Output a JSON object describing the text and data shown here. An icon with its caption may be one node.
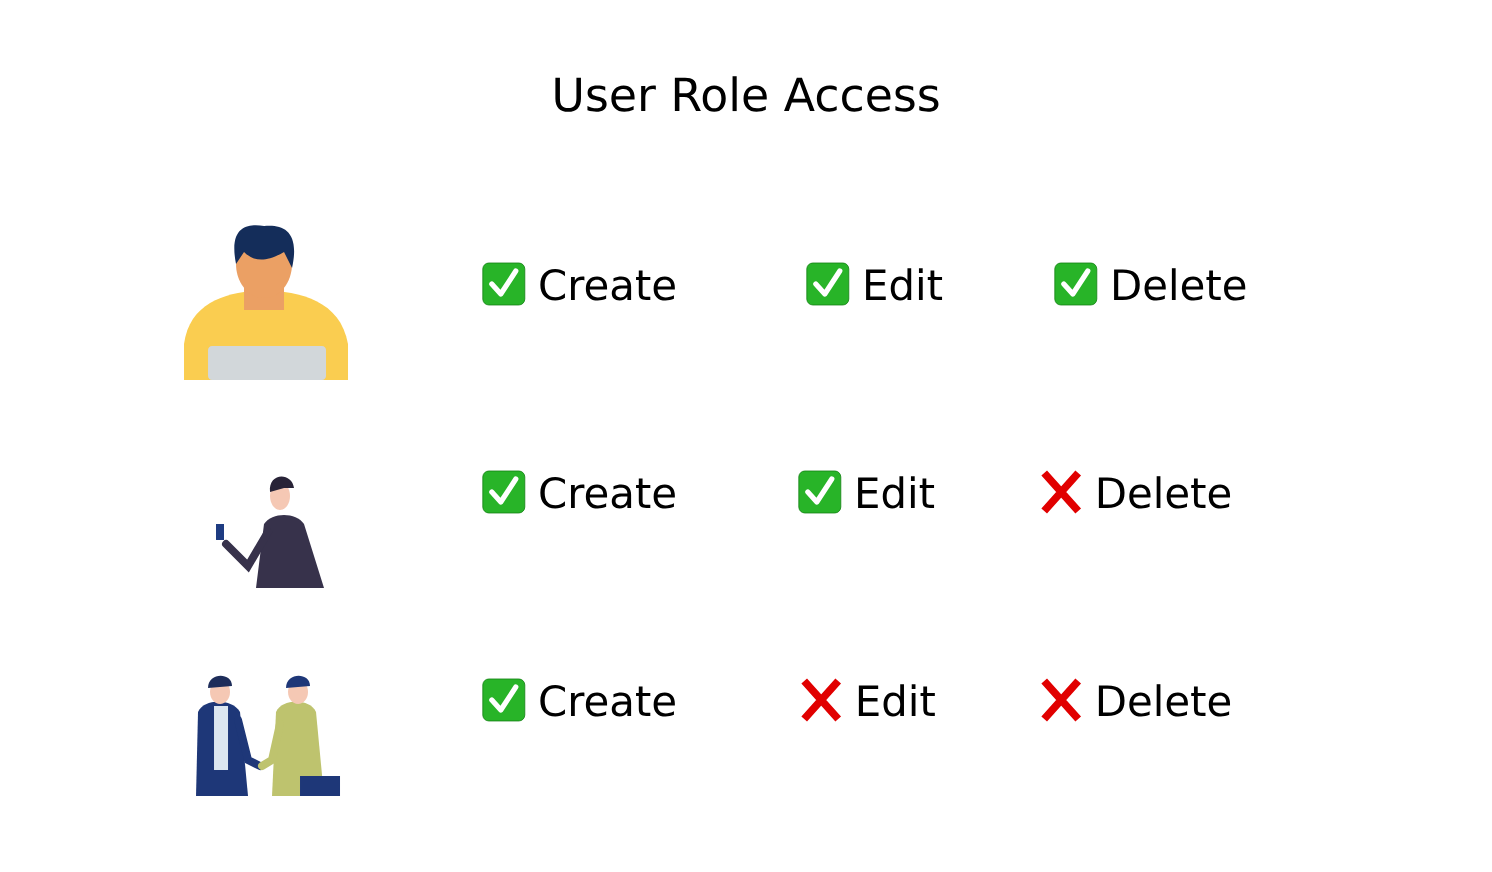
{
  "diagram": {
    "title": "User Role Access",
    "nodes": [
      {
        "text": [],
        "shape": "checkmark",
        "beside": [
          "Create"
        ]
      },
      {
        "text": [],
        "shape": "checkmark",
        "beside": [
          "Edit"
        ]
      },
      {
        "text": [],
        "shape": "checkmark",
        "beside": [
          "Delete"
        ]
      },
      {
        "text": [],
        "shape": "checkmark",
        "beside": [
          "Create"
        ]
      },
      {
        "text": [],
        "shape": "checkmark",
        "beside": [
          "Edit"
        ]
      },
      {
        "text": [],
        "shape": "cross",
        "beside": [
          "Delete"
        ]
      },
      {
        "text": [],
        "shape": "checkmark",
        "beside": [
          "Create"
        ]
      },
      {
        "text": [],
        "shape": "cross",
        "beside": [
          "Edit"
        ]
      },
      {
        "text": [],
        "shape": "cross",
        "beside": [
          "Delete"
        ]
      }
    ]
  }
}
